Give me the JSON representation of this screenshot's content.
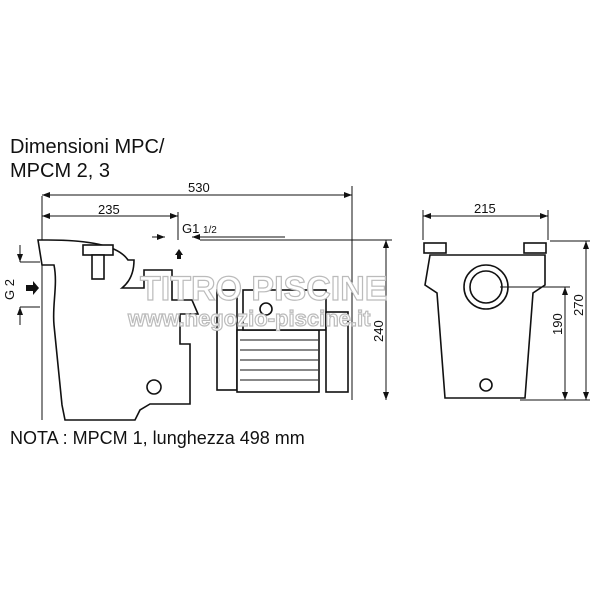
{
  "title_line1": "Dimensioni MPC/",
  "title_line2": "MPCM  2, 3",
  "dimensions": {
    "total_length": "530",
    "inlet_to_outlet": "235",
    "outlet_thread": "G1",
    "outlet_thread_fraction": "1/2",
    "inlet_thread": "G 2",
    "height_side": "240",
    "width_front": "215",
    "inlet_height": "190",
    "total_height": "270"
  },
  "note": "NOTA : MPCM 1, lunghezza 498 mm",
  "watermark": {
    "line1": "TITRO PISCINE",
    "line2": "www.negozio-piscine.it"
  }
}
